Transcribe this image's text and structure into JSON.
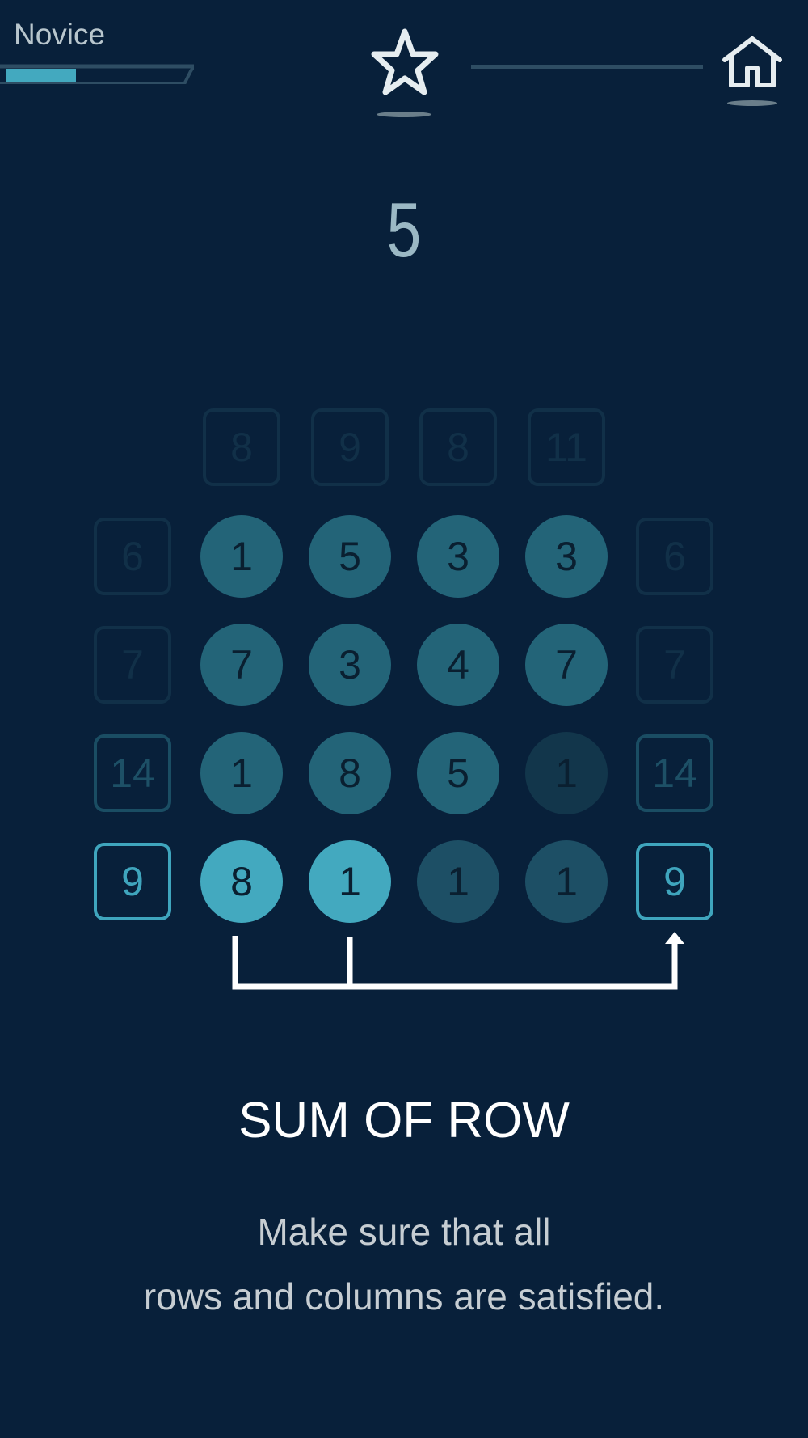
{
  "header": {
    "level_label": "Novice",
    "level_progress_percent": 37,
    "star_icon": "star-outline-icon",
    "home_icon": "home-icon"
  },
  "counter": "5",
  "grid": {
    "column_targets": [
      "8",
      "9",
      "8",
      "11"
    ],
    "rows": [
      {
        "left": "6",
        "cells": [
          "1",
          "5",
          "3",
          "3"
        ],
        "right": "6",
        "state": "faint",
        "cell_states": [
          "normal",
          "normal",
          "normal",
          "normal"
        ]
      },
      {
        "left": "7",
        "cells": [
          "7",
          "3",
          "4",
          "7"
        ],
        "right": "7",
        "state": "faint",
        "cell_states": [
          "normal",
          "normal",
          "normal",
          "normal"
        ]
      },
      {
        "left": "14",
        "cells": [
          "1",
          "8",
          "5",
          "1"
        ],
        "right": "14",
        "state": "medium",
        "cell_states": [
          "normal",
          "normal",
          "normal",
          "off"
        ]
      },
      {
        "left": "9",
        "cells": [
          "8",
          "1",
          "1",
          "1"
        ],
        "right": "9",
        "state": "active",
        "cell_states": [
          "selected",
          "selected",
          "off2",
          "off2"
        ]
      }
    ]
  },
  "colors": {
    "background": "#08203a",
    "accent": "#43a9bf",
    "cell": "#236478",
    "cell_off": "#12364b",
    "cell_off2": "#1d4f65"
  },
  "tutorial": {
    "title": "SUM OF ROW",
    "line1": "Make sure that all",
    "line2": "rows and columns are satisfied."
  }
}
